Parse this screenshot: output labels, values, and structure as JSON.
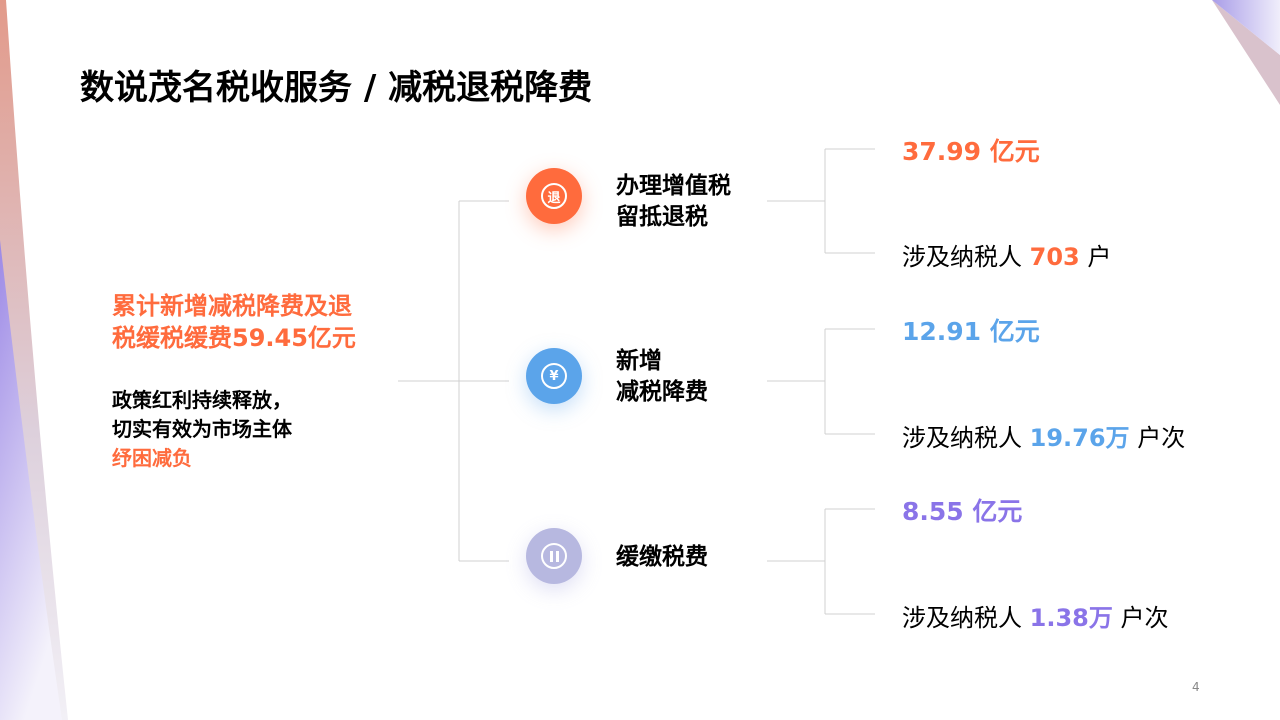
{
  "title": "数说茂名税收服务 / 减税退税降费",
  "summary": {
    "line1": "累计新增减税降费及退",
    "line2": "税缓税缓费59.45亿元"
  },
  "description": {
    "line1": "政策红利持续释放，",
    "line2": "切实有效为市场主体",
    "line3": "纾困减负"
  },
  "items": [
    {
      "icon": "refund-icon",
      "icon_text": "退",
      "color": "#ff6b3d",
      "label1": "办理增值税",
      "label2": "留抵退税",
      "amount": "37.99 亿元",
      "count_prefix": "涉及纳税人",
      "count_value": "703",
      "count_suffix": "户"
    },
    {
      "icon": "yuan-icon",
      "icon_text": "¥",
      "color": "#5ba4ea",
      "label1": "新增",
      "label2": "减税降费",
      "amount": "12.91 亿元",
      "count_prefix": "涉及纳税人",
      "count_value": "19.76万",
      "count_suffix": "户次"
    },
    {
      "icon": "pause-icon",
      "icon_text": "",
      "color": "#b7b8e0",
      "text_color": "#8a74e8",
      "label1": "缓缴税费",
      "label2": "",
      "amount": "8.55 亿元",
      "count_prefix": "涉及纳税人",
      "count_value": "1.38万",
      "count_suffix": "户次"
    }
  ],
  "page_number": "4"
}
